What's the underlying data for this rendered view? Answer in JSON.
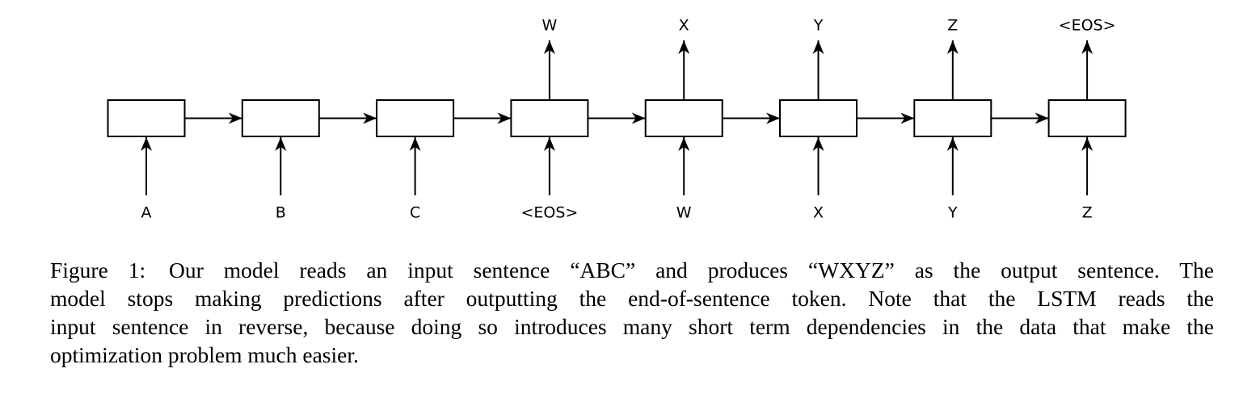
{
  "diagram": {
    "input_tokens": [
      "A",
      "B",
      "C",
      "<EOS>",
      "W",
      "X",
      "Y",
      "Z"
    ],
    "output_tokens": [
      "",
      "",
      "",
      "W",
      "X",
      "Y",
      "Z",
      "<EOS>"
    ],
    "stroke_color": "#000000"
  },
  "caption": {
    "label": "Figure 1:",
    "line1": "Our model reads an input sentence “ABC” and produces “WXYZ” as the output sentence.  The",
    "line2": "model stops making predictions after outputting the end-of-sentence token.  Note that the LSTM reads the",
    "line3": "input sentence in reverse, because doing so introduces many short term dependencies in the data that make the",
    "line4": "optimization problem much easier."
  }
}
